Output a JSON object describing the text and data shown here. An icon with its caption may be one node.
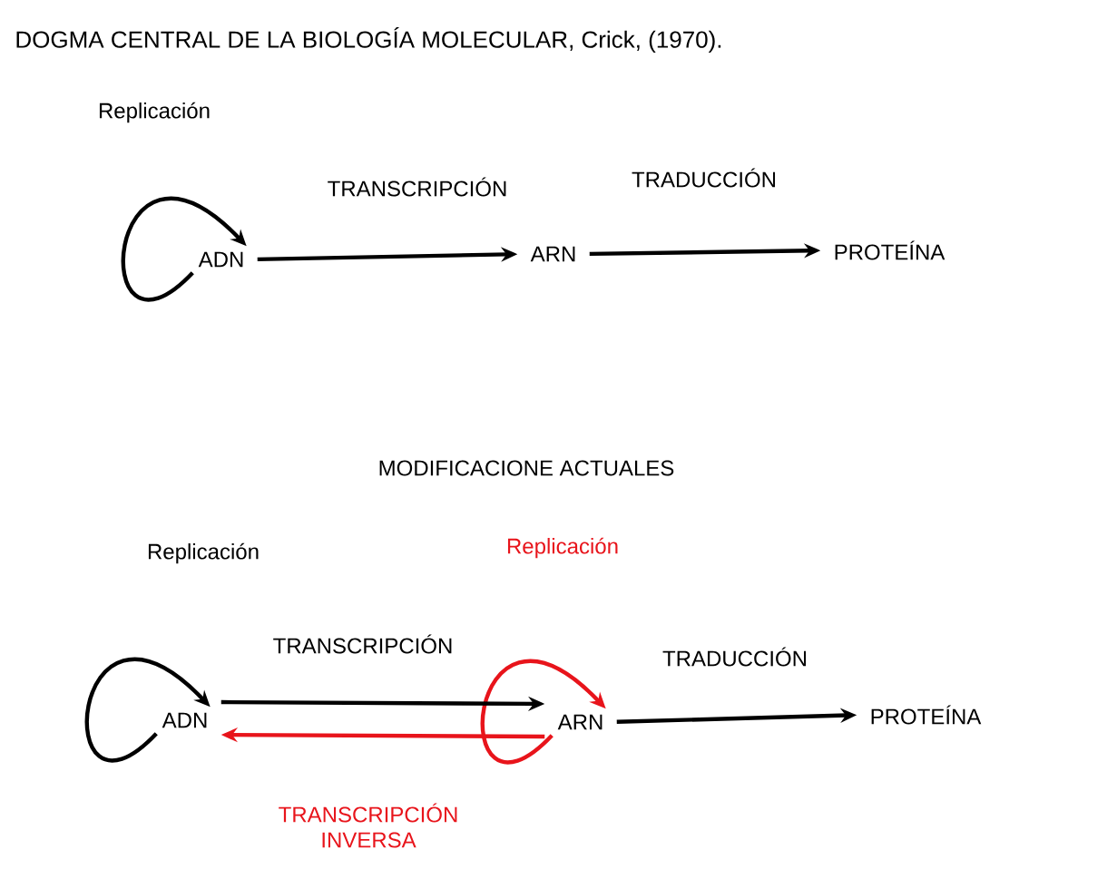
{
  "diagram": {
    "title": "DOGMA CENTRAL DE LA BIOLOGÍA MOLECULAR, Crick, (1970).",
    "nodes": [
      {
        "text": [
          "ADN"
        ]
      },
      {
        "text": [
          "ARN"
        ]
      },
      {
        "text": [
          "PROTEÍNA"
        ]
      },
      {
        "text": [
          "ADN"
        ]
      },
      {
        "text": [
          "ARN"
        ]
      },
      {
        "text": [
          "PROTEÍNA"
        ]
      }
    ],
    "edges": [
      {
        "from": 0,
        "to": 0,
        "arrow": "to",
        "label": "Replicación"
      },
      {
        "from": 0,
        "to": 1,
        "arrow": "to",
        "label": "TRANSCRIPCIÓN"
      },
      {
        "from": 1,
        "to": 2,
        "arrow": "to",
        "label": "TRADUCCIÓN"
      },
      {
        "from": 3,
        "to": 3,
        "arrow": "to",
        "label": "Replicación"
      },
      {
        "from": 4,
        "to": 4,
        "arrow": "to",
        "label": "Replicación",
        "color": "#e8141b"
      },
      {
        "from": 3,
        "to": 4,
        "arrow": "to",
        "label": "TRANSCRIPCIÓN"
      },
      {
        "from": 4,
        "to": 3,
        "arrow": "to",
        "label": "TRANSCRIPCIÓN INVERSA",
        "color": "#e8141b"
      },
      {
        "from": 4,
        "to": 5,
        "arrow": "to",
        "label": "TRADUCCIÓN"
      }
    ],
    "labels": [
      "MODIFICACIONE ACTUALES"
    ]
  }
}
